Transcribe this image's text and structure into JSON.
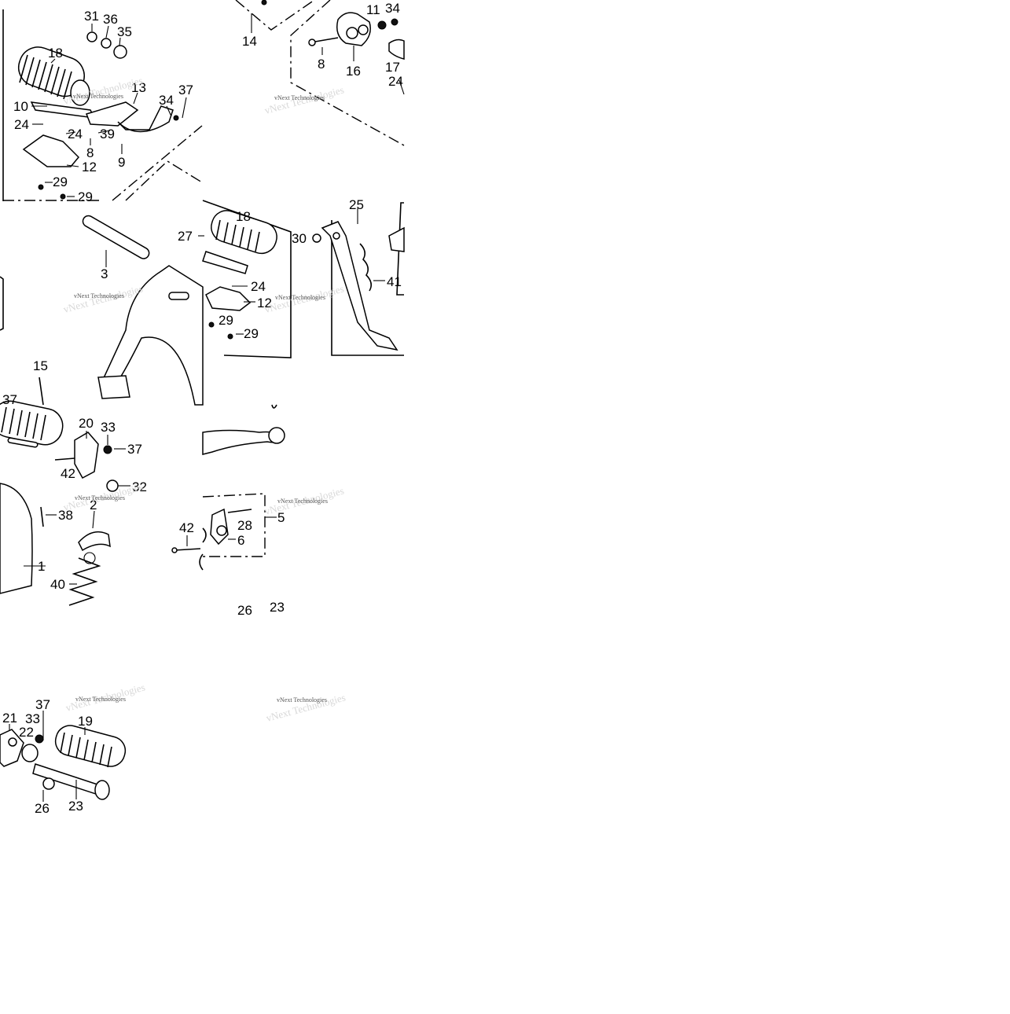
{
  "diagram": {
    "watermark": "vNext Technologies",
    "callouts": {
      "t1": [
        "31",
        "36",
        "35",
        "18",
        "13",
        "37",
        "10",
        "34",
        "24",
        "24",
        "39",
        "8",
        "9",
        "12",
        "29",
        "29"
      ],
      "t2": [
        "14",
        "11",
        "34",
        "8",
        "16",
        "17",
        "24"
      ],
      "t3": [
        "3",
        "27",
        "18",
        "24",
        "12",
        "29",
        "29"
      ],
      "t4": [
        "25",
        "30",
        "41"
      ],
      "t5": [
        "15",
        "37",
        "20",
        "33",
        "37",
        "42",
        "32",
        "2",
        "38",
        "1",
        "40"
      ],
      "t6": [
        "28",
        "5",
        "42",
        "6",
        "26",
        "23"
      ],
      "t7": [
        "21",
        "33",
        "37",
        "22",
        "19",
        "26",
        "23"
      ]
    }
  }
}
